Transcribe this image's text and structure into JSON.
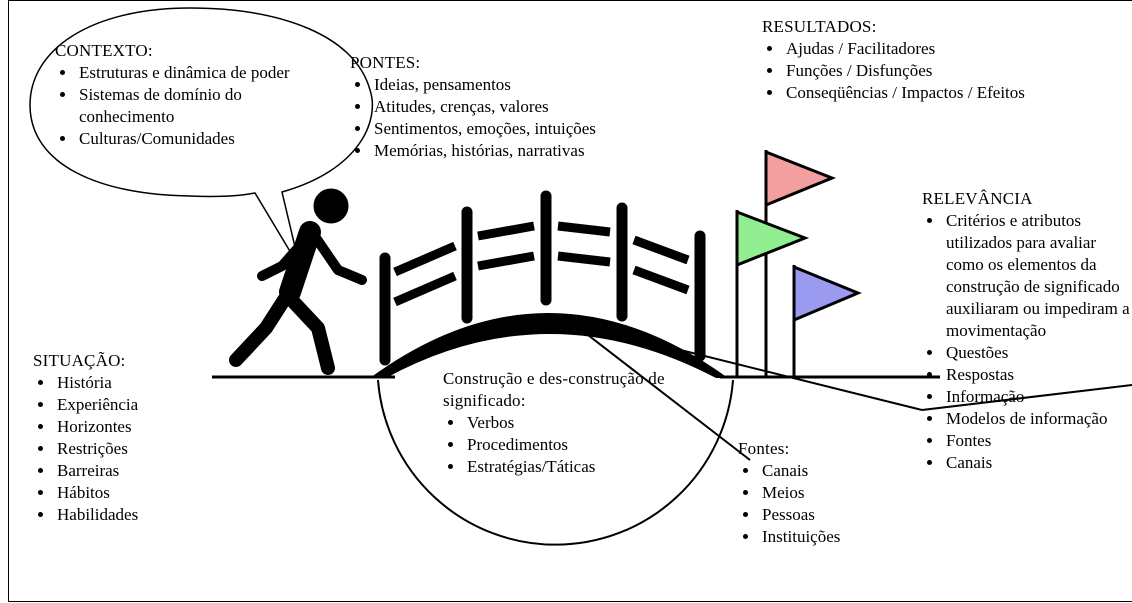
{
  "contexto": {
    "heading": "CONTEXTO:",
    "items": [
      "Estruturas e dinâmica de poder",
      "Sistemas de domínio do conhecimento",
      "Culturas/Comunidades"
    ]
  },
  "pontes": {
    "heading": "PONTES:",
    "items": [
      "Ideias, pensamentos",
      "Atitudes, crenças, valores",
      "Sentimentos, emoções, intuições",
      "Memórias, histórias, narrativas"
    ]
  },
  "resultados": {
    "heading": "RESULTADOS:",
    "items": [
      "Ajudas / Facilitadores",
      "Funções / Disfunções",
      "Conseqüências / Impactos / Efeitos"
    ]
  },
  "relevancia": {
    "heading": "RELEVÂNCIA",
    "items": [
      "Critérios e atributos utilizados para avaliar como os elementos da construção de significado auxiliaram ou impediram a movimentação",
      "Questões",
      "Respostas",
      "Informação",
      "Modelos de informação",
      "Fontes",
      "Canais"
    ]
  },
  "situacao": {
    "heading": "SITUAÇÃO:",
    "items": [
      "História",
      "Experiência",
      "Horizontes",
      "Restrições",
      "Barreiras",
      "Hábitos",
      "Habilidades"
    ]
  },
  "construcao": {
    "heading": "Construção e des-construção de significado:",
    "items": [
      "Verbos",
      "Procedimentos",
      "Estratégias/Táticas"
    ]
  },
  "fontes": {
    "heading": "Fontes:",
    "items": [
      "Canais",
      "Meios",
      "Pessoas",
      "Instituições"
    ]
  },
  "colors": {
    "flag_red": "#f4a0a0",
    "flag_green": "#90ee90",
    "flag_blue": "#9a9af0",
    "ink": "#000000"
  }
}
